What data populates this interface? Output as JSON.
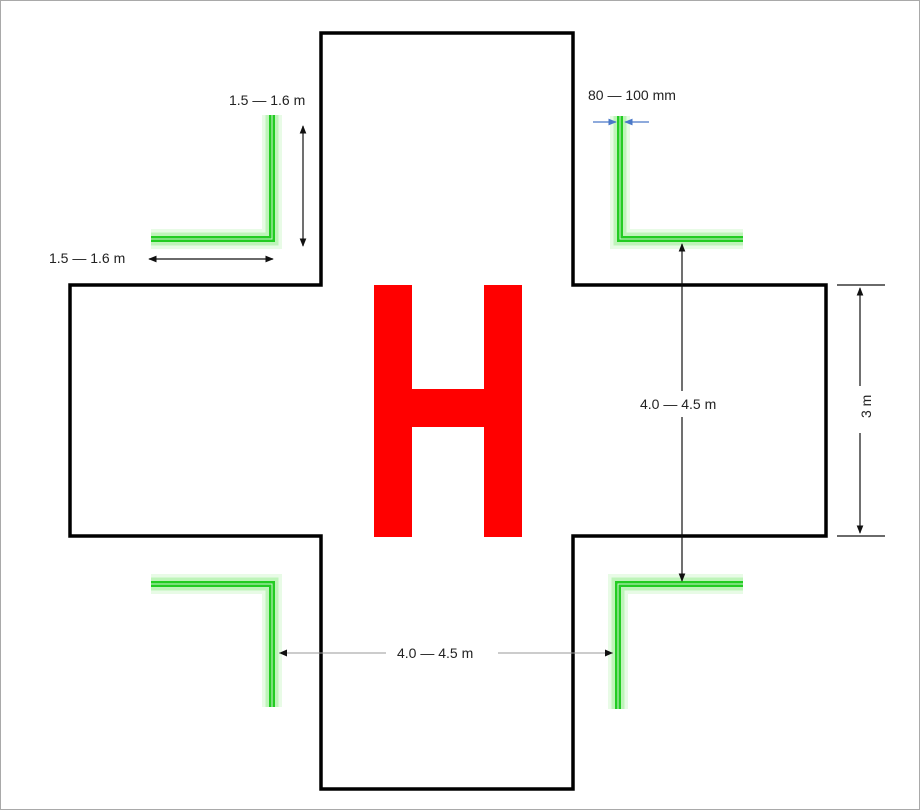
{
  "marking": {
    "letter": "H",
    "letter_color": "#ff0000",
    "light_color": "#22cc22",
    "outline_color": "#000000"
  },
  "labels": {
    "corner_length_vertical": "1.5 — 1.6 m",
    "corner_length_horizontal": "1.5 — 1.6 m",
    "light_width": "80 — 100 mm",
    "spacing_vertical": "4.0 — 4.5 m",
    "spacing_horizontal": "4.0 — 4.5 m",
    "arm_width": "3 m"
  }
}
